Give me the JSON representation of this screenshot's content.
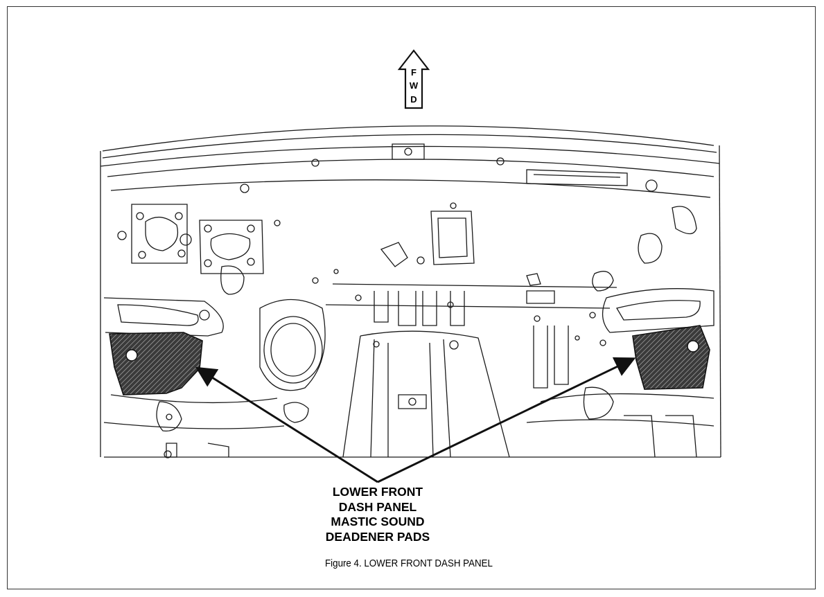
{
  "arrow": {
    "letters": [
      "F",
      "W",
      "D"
    ]
  },
  "callout": {
    "lines": [
      "LOWER FRONT",
      "DASH PANEL",
      "MASTIC SOUND",
      "DEADENER PADS"
    ]
  },
  "caption": "Figure 4.  LOWER FRONT DASH PANEL",
  "colors": {
    "line": "#1a1a1a",
    "pad_fill": "#2b2b2b",
    "background": "#ffffff"
  }
}
